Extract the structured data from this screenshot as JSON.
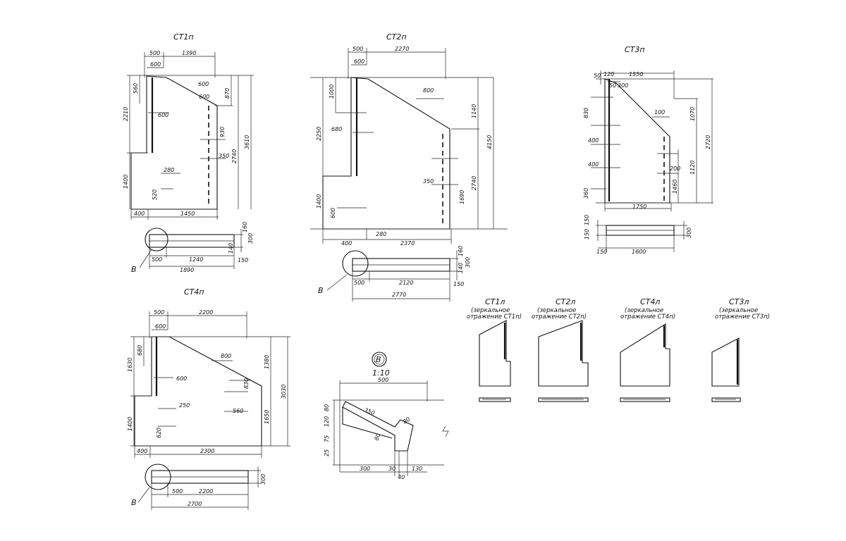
{
  "panels": {
    "st1p": {
      "title": "СТ1п",
      "dims": [
        "500",
        "1390",
        "600",
        "600",
        "560",
        "2210",
        "600",
        "600",
        "870",
        "930",
        "350",
        "2740",
        "3610",
        "1400",
        "280",
        "520",
        "400",
        "1450"
      ],
      "section": {
        "callout": "В",
        "dims": [
          "160",
          "300",
          "140",
          "150",
          "500",
          "1240",
          "1890"
        ]
      }
    },
    "st2p": {
      "title": "СТ2п",
      "dims": [
        "500",
        "2270",
        "600",
        "800",
        "1000",
        "1140",
        "2250",
        "680",
        "4150",
        "350",
        "2740",
        "1400",
        "600",
        "280",
        "400",
        "2370",
        "1690"
      ],
      "section": {
        "callout": "В",
        "dims": [
          "160",
          "300",
          "140",
          "150",
          "500",
          "2120",
          "2770"
        ]
      }
    },
    "st3p": {
      "title": "СТ3п",
      "dims": [
        "50",
        "120",
        "1550",
        "50",
        "300",
        "830",
        "100",
        "1070",
        "400",
        "2720",
        "400",
        "200",
        "1120",
        "1460",
        "360",
        "1750"
      ],
      "section": {
        "dims": [
          "150",
          "150",
          "300",
          "150",
          "1600"
        ]
      }
    },
    "st4p": {
      "title": "СТ4п",
      "dims": [
        "500",
        "2200",
        "600",
        "680",
        "1630",
        "800",
        "1380",
        "600",
        "830",
        "3030",
        "250",
        "560",
        "1400",
        "620",
        "1650",
        "400",
        "2300"
      ],
      "section": {
        "callout": "В",
        "dims": [
          "300",
          "500",
          "2200",
          "2700"
        ]
      }
    }
  },
  "detail": {
    "callout": "В",
    "scale": "1:10",
    "dims": [
      "500",
      "350",
      "80",
      "120",
      "80",
      "25",
      "75",
      "80",
      "300",
      "30",
      "130",
      "40"
    ]
  },
  "mirrors": [
    {
      "title": "СТ1л",
      "note1": "(зеркальное",
      "note2": "отражение СТ1п)"
    },
    {
      "title": "СТ2л",
      "note1": "(зеркальное",
      "note2": "отражение СТ2п)"
    },
    {
      "title": "СТ4л",
      "note1": "(зеркальное",
      "note2": "отражение СТ4п)"
    },
    {
      "title": "СТ3л",
      "note1": "(зеркальное",
      "note2": "отражение СТ3п)"
    }
  ]
}
